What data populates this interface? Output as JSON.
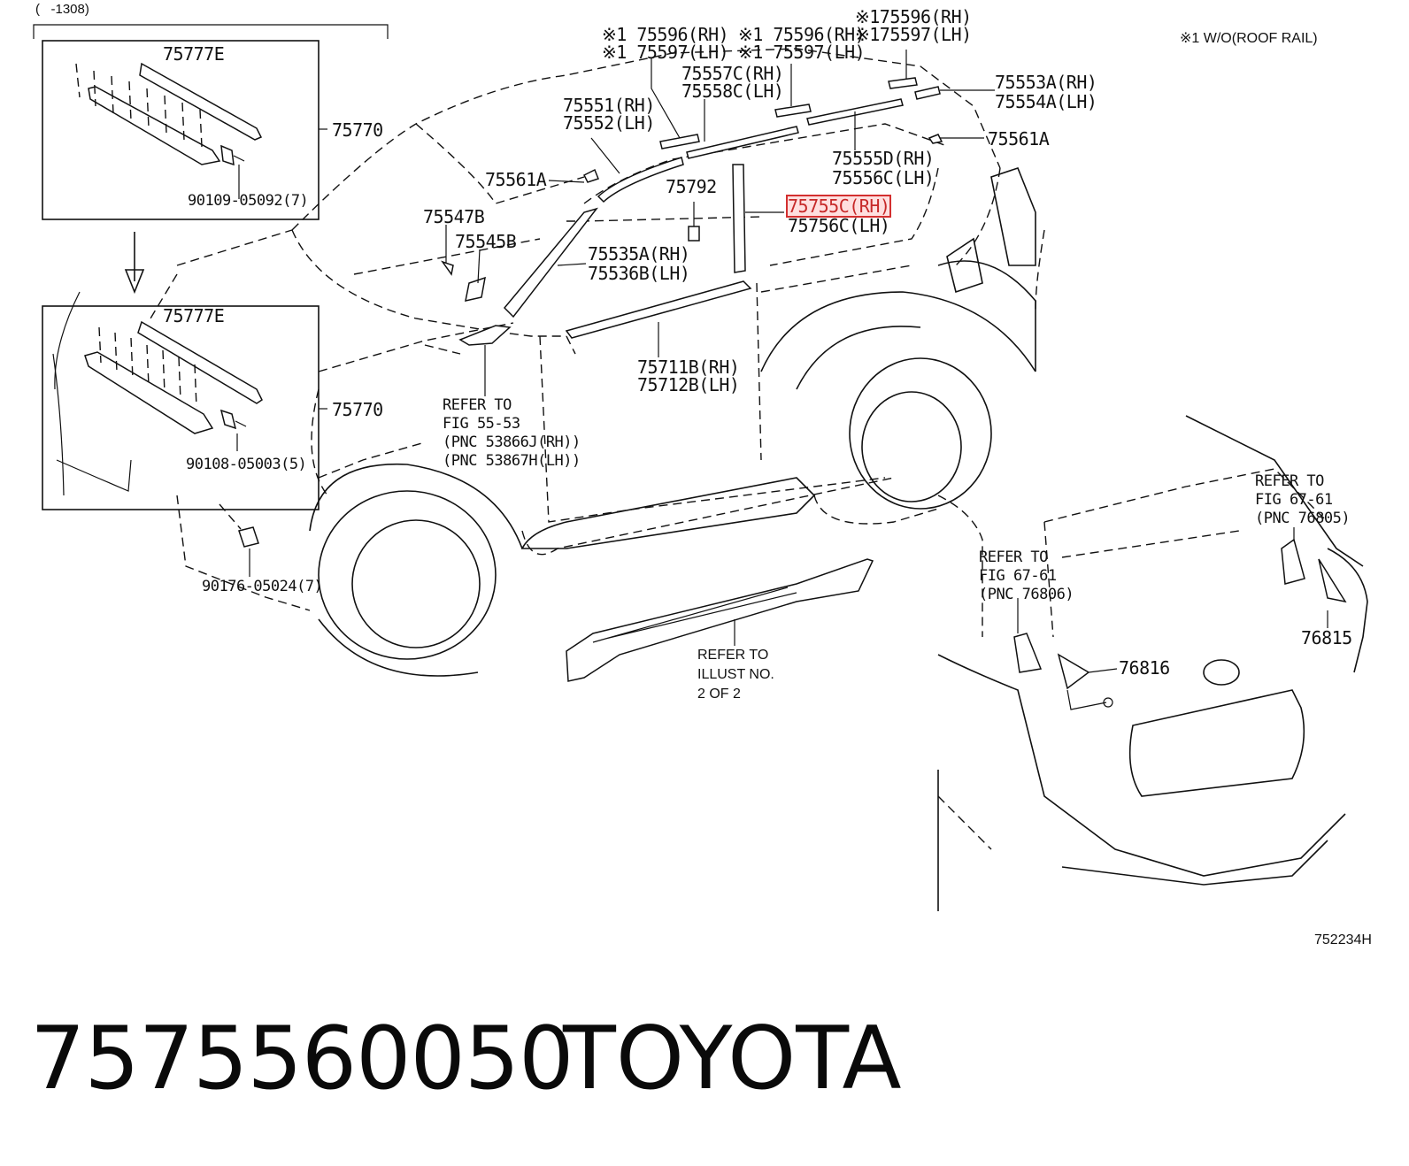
{
  "header": {
    "range_tag": "(   -1308)",
    "note": "※1 W/O(ROOF RAIL)"
  },
  "callouts": {
    "c75777e_top": "75777E",
    "c75770_top": "75770",
    "c90109": "90109-05092(7)",
    "c75777e_bot": "75777E",
    "c75770_bot": "75770",
    "c90108": "90108-05003(5)",
    "c90176": "90176-05024(7)",
    "c75596_a": "※1 75596(RH)",
    "c75597_a": "※1 75597(LH)",
    "c75596_b": "※1 75596(RH)",
    "c75597_b": "※1 75597(LH)",
    "c75596_c": "※175596(RH)",
    "c75597_c": "※175597(LH)",
    "c75557c": "75557C(RH)",
    "c75558c": "75558C(LH)",
    "c75553a": "75553A(RH)",
    "c75554a": "75554A(LH)",
    "c75551": "75551(RH)",
    "c75552": "75552(LH)",
    "c75561a_right": "75561A",
    "c75555d": "75555D(RH)",
    "c75556c": "75556C(LH)",
    "c75561a_left": "75561A",
    "c75792": "75792",
    "c75755c": "75755C(RH)",
    "c75756c": "75756C(LH)",
    "c75547b": "75547B",
    "c75545b": "75545B",
    "c75535a": "75535A(RH)",
    "c75536b": "75536B(LH)",
    "c75711b": "75711B(RH)",
    "c75712b": "75712B(LH)",
    "ref_fig5553": "REFER TO\nFIG 55-53\n(PNC 53866J(RH))\n(PNC 53867H(LH))",
    "ref_illust": "REFER TO\nILLUST NO.\n2 OF 2",
    "ref_fig6761_a": "REFER TO\nFIG 67-61\n(PNC 76805)",
    "ref_fig6761_b": "REFER TO\nFIG 67-61\n(PNC 76806)",
    "c76815": "76815",
    "c76816": "76816"
  },
  "figure_id": "752234H",
  "footer": {
    "part_number": "7575560050",
    "brand": "TOYOTA"
  },
  "highlight_color": "#d32f2f"
}
